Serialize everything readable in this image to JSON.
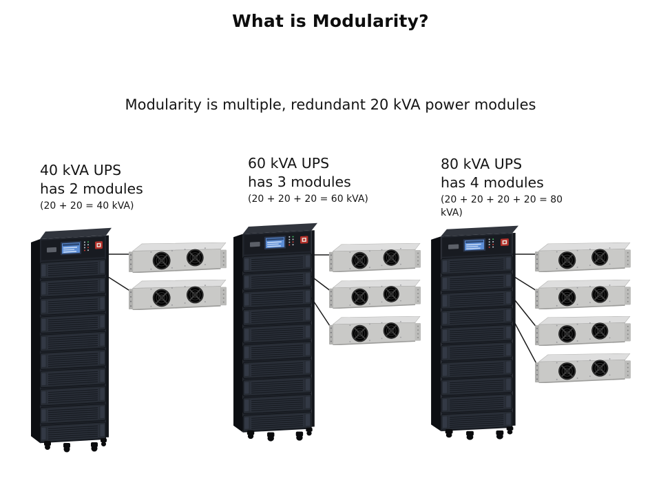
{
  "slide": {
    "title": "What is Modularity?",
    "subtitle": "Modularity is multiple, redundant 20 kVA power modules"
  },
  "groups": [
    {
      "heading": "40 kVA UPS",
      "subheading": "has 2 modules",
      "formula": "(20 + 20 = 40 kVA)",
      "module_count": 2,
      "total_kva": 40
    },
    {
      "heading": "60 kVA UPS",
      "subheading": "has 3 modules",
      "formula": "(20 + 20 + 20 = 60 kVA)",
      "module_count": 3,
      "total_kva": 60
    },
    {
      "heading": "80 kVA UPS",
      "subheading": "has 4 modules",
      "formula": "(20 + 20 + 20 + 20 = 80 kVA)",
      "module_count": 4,
      "total_kva": 80
    }
  ],
  "module_rating_kva": 20,
  "colors": {
    "background": "#ffffff",
    "text": "#141414",
    "tower_body": "#21252d",
    "tower_side": "#0c0e12",
    "module_body": "#c9c9c7",
    "module_top": "#dedede",
    "fan_black": "#141414",
    "lcd_blue": "#5d8ed6",
    "badge_red": "#b3302a",
    "connector_line": "#1a1a1a"
  }
}
